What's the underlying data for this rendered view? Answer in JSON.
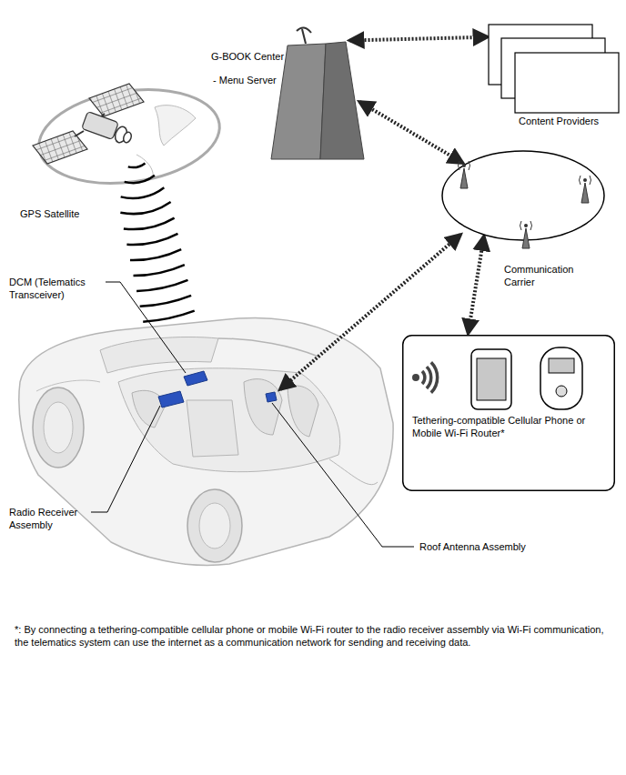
{
  "diagram": {
    "nodes": [
      {
        "text": [
          "G-BOOK Center",
          "- Menu Server"
        ]
      },
      {
        "text": [
          "Content Providers"
        ]
      },
      {
        "text": [
          "Communication Carrier"
        ]
      },
      {
        "text": [
          "Tethering-compatible Cellular Phone or Mobile Wi-Fi Router*"
        ]
      }
    ],
    "edges": [
      {
        "from": 0,
        "to": 1,
        "arrow": "both"
      },
      {
        "from": 0,
        "to": 2,
        "arrow": "both"
      },
      {
        "from": 2,
        "to": 3,
        "arrow": "both"
      }
    ],
    "labels": [
      "GPS Satellite",
      "DCM (Telematics Transceiver)",
      "Radio Receiver Assembly",
      "Roof Antenna Assembly",
      "*: By connecting a tethering-compatible cellular phone or mobile Wi-Fi router to the radio receiver assembly via Wi-Fi communication, the telematics system can use the internet as a communication network for sending and receiving data."
    ]
  }
}
